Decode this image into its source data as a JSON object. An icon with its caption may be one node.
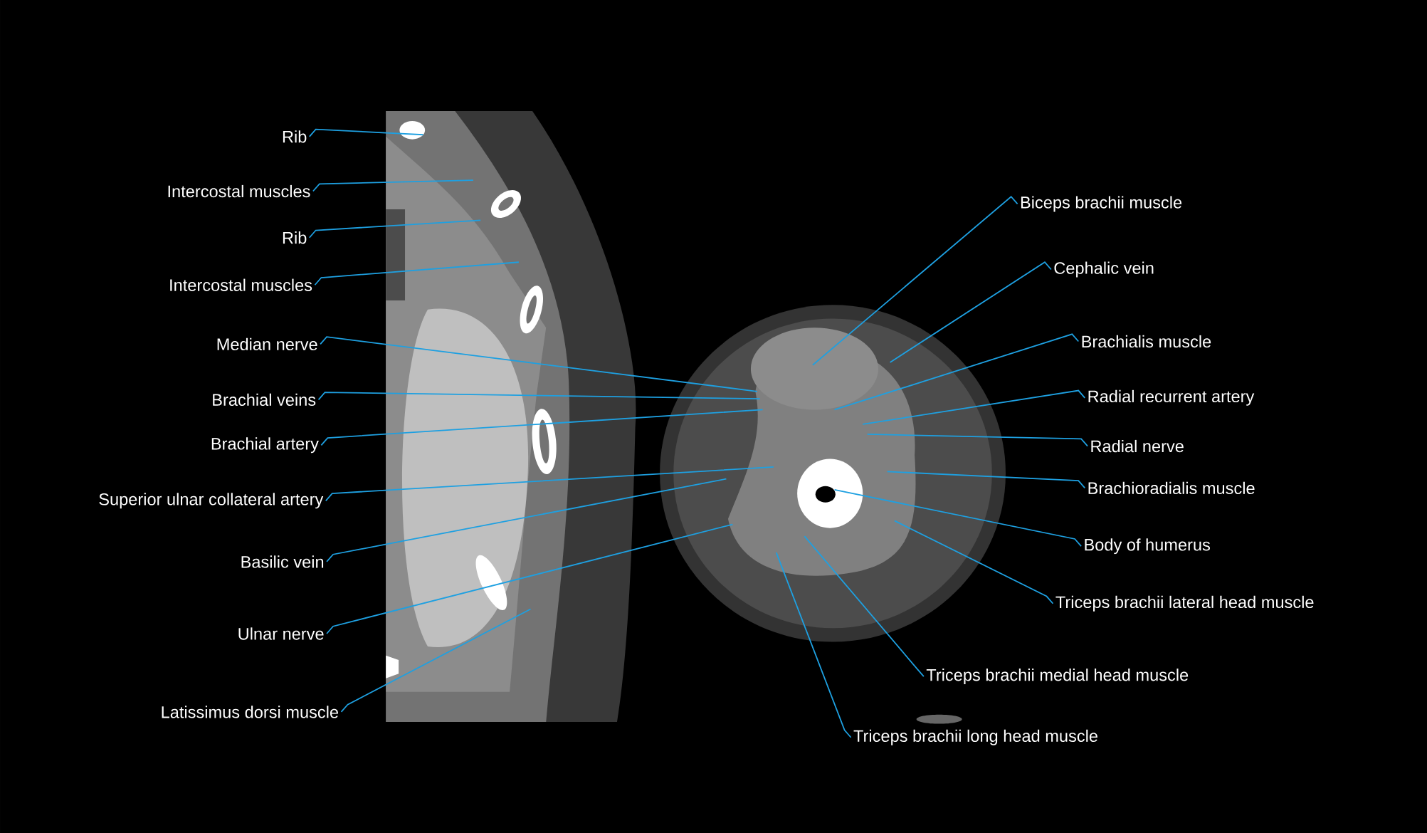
{
  "diagram": {
    "nodes": [
      {
        "text": [
          "Rib"
        ]
      },
      {
        "text": [
          "Intercostal muscles"
        ]
      },
      {
        "text": [
          "Rib"
        ]
      },
      {
        "text": [
          "Intercostal muscles"
        ]
      },
      {
        "text": [
          "Median nerve"
        ]
      },
      {
        "text": [
          "Brachial veins"
        ]
      },
      {
        "text": [
          "Brachial artery"
        ]
      },
      {
        "text": [
          "Superior ulnar collateral artery"
        ]
      },
      {
        "text": [
          "Basilic vein"
        ]
      },
      {
        "text": [
          "Ulnar nerve"
        ]
      },
      {
        "text": [
          "Latissimus dorsi muscle"
        ]
      },
      {
        "text": [
          "Biceps brachii muscle"
        ]
      },
      {
        "text": [
          "Cephalic vein"
        ]
      },
      {
        "text": [
          "Brachialis muscle"
        ]
      },
      {
        "text": [
          "Radial recurrent artery"
        ]
      },
      {
        "text": [
          "Radial nerve"
        ]
      },
      {
        "text": [
          "Brachioradialis muscle"
        ]
      },
      {
        "text": [
          "Body of humerus"
        ]
      },
      {
        "text": [
          "Triceps brachii lateral head muscle"
        ]
      },
      {
        "text": [
          "Triceps brachii medial head muscle"
        ]
      },
      {
        "text": [
          "Triceps brachii long head muscle"
        ]
      }
    ],
    "edges": [
      {
        "from": 0,
        "to": null,
        "arrow": "none"
      },
      {
        "from": 1,
        "to": null,
        "arrow": "none"
      },
      {
        "from": 2,
        "to": null,
        "arrow": "none"
      },
      {
        "from": 3,
        "to": null,
        "arrow": "none"
      },
      {
        "from": 4,
        "to": null,
        "arrow": "none"
      },
      {
        "from": 5,
        "to": null,
        "arrow": "none"
      },
      {
        "from": 6,
        "to": null,
        "arrow": "none"
      },
      {
        "from": 7,
        "to": null,
        "arrow": "none"
      },
      {
        "from": 8,
        "to": null,
        "arrow": "none"
      },
      {
        "from": 9,
        "to": null,
        "arrow": "none"
      },
      {
        "from": 10,
        "to": null,
        "arrow": "none"
      },
      {
        "from": 11,
        "to": null,
        "arrow": "none"
      },
      {
        "from": 12,
        "to": null,
        "arrow": "none"
      },
      {
        "from": 13,
        "to": null,
        "arrow": "none"
      },
      {
        "from": 14,
        "to": null,
        "arrow": "none"
      },
      {
        "from": 15,
        "to": null,
        "arrow": "none"
      },
      {
        "from": 16,
        "to": null,
        "arrow": "none"
      },
      {
        "from": 17,
        "to": null,
        "arrow": "none"
      },
      {
        "from": 18,
        "to": null,
        "arrow": "none"
      },
      {
        "from": 19,
        "to": null,
        "arrow": "none"
      },
      {
        "from": 20,
        "to": null,
        "arrow": "none"
      }
    ]
  }
}
